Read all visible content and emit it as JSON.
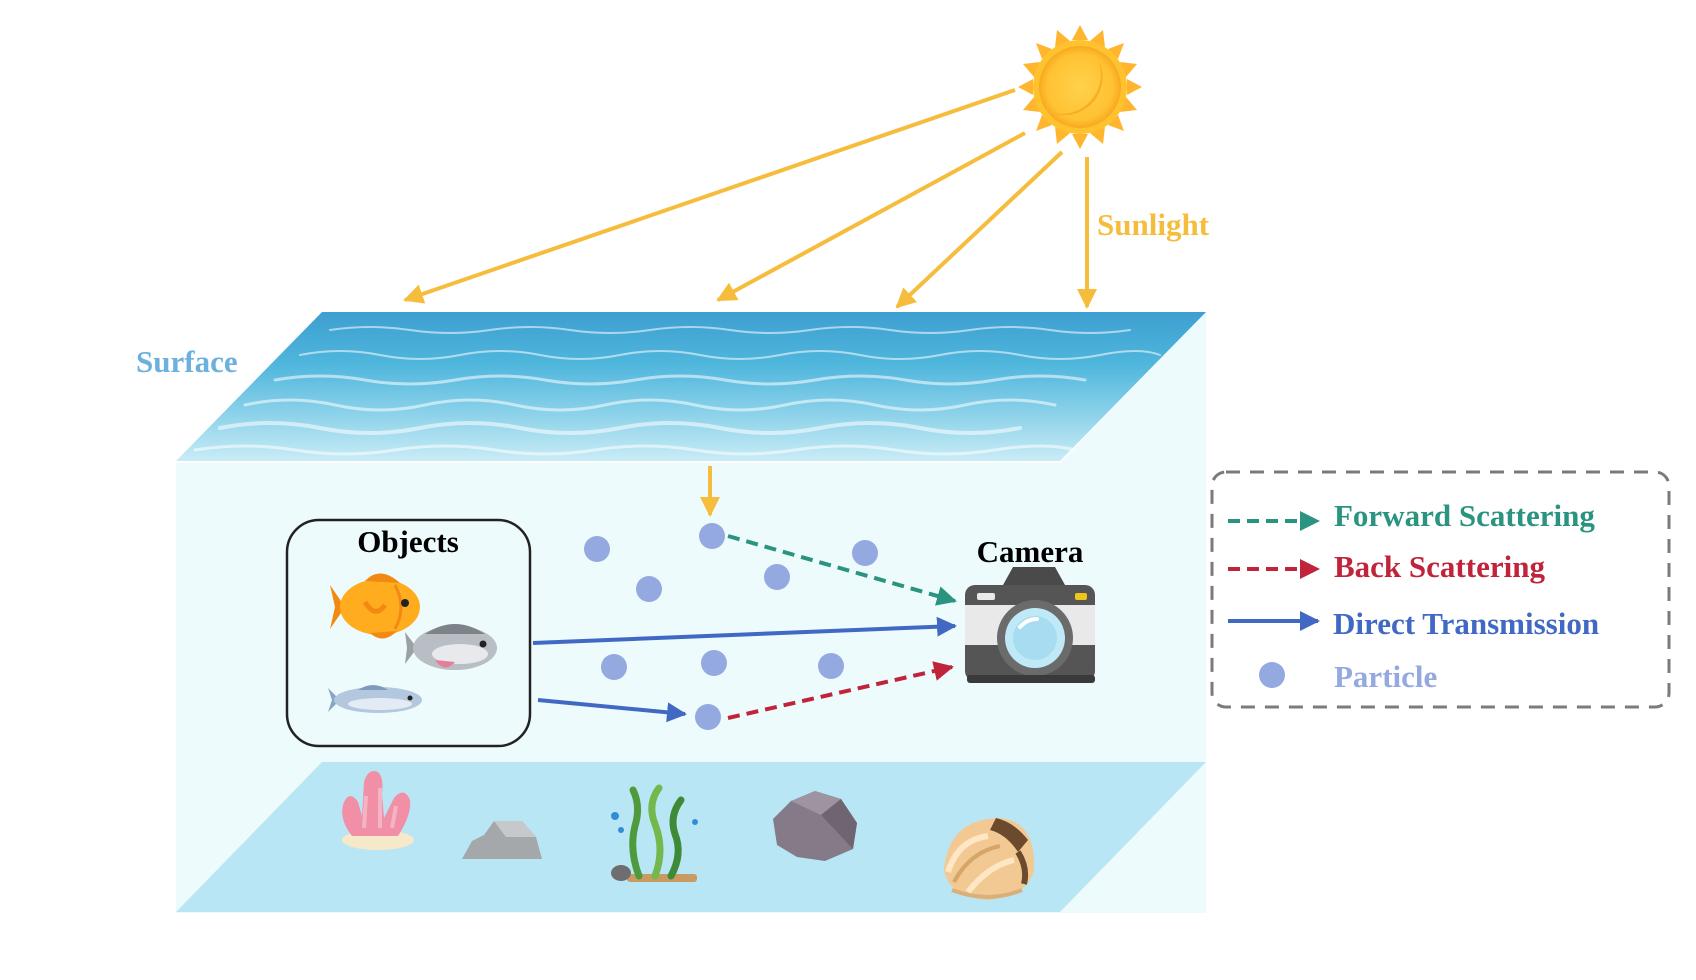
{
  "labels": {
    "sunlight": "Sunlight",
    "surface": "Surface",
    "objects": "Objects",
    "camera": "Camera"
  },
  "legend": {
    "items": [
      {
        "id": "forward",
        "label": "Forward Scattering",
        "style": "dashed-arrow",
        "color": "#2a9481"
      },
      {
        "id": "back",
        "label": "Back Scattering",
        "style": "dashed-arrow",
        "color": "#c0243a"
      },
      {
        "id": "direct",
        "label": "Direct Transmission",
        "style": "solid-arrow",
        "color": "#4169c4"
      },
      {
        "id": "particle",
        "label": "Particle",
        "style": "dot",
        "color": "#94a9e0"
      }
    ]
  },
  "icons": [
    "sun-icon",
    "orange-fish-icon",
    "tilapia-fish-icon",
    "salmon-fish-icon",
    "camera-icon",
    "coral-icon",
    "gray-rock-icon",
    "seaweed-icon",
    "purple-rock-icon",
    "seashell-icon"
  ],
  "colors": {
    "sunlight": "#f6bc3c",
    "surface_label": "#6cb1de",
    "water_body": "#eefbfd",
    "seabed": "#b9e6f5",
    "water_top": "#48b3da"
  }
}
